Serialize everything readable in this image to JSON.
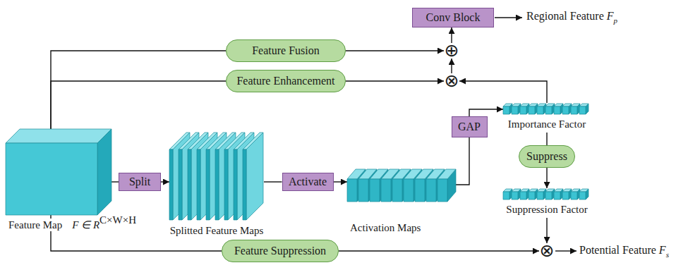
{
  "diagram": {
    "nodes": [
      {
        "text": [
          "Feature Map",
          "F ∈ R",
          "C×W×H"
        ]
      },
      {
        "text": [
          "Split"
        ]
      },
      {
        "text": [
          "Splitted Feature Maps"
        ]
      },
      {
        "text": [
          "Activate"
        ]
      },
      {
        "text": [
          "Activation Maps"
        ]
      },
      {
        "text": [
          "GAP"
        ]
      },
      {
        "text": [
          "Importance Factor"
        ]
      },
      {
        "text": [
          "Suppress"
        ]
      },
      {
        "text": [
          "Suppression Factor"
        ]
      },
      {
        "text": [
          "Feature Fusion"
        ]
      },
      {
        "text": [
          "Feature Enhancement"
        ]
      },
      {
        "text": [
          "Feature Suppression"
        ]
      },
      {
        "text": [
          "Conv Block"
        ]
      },
      {
        "text": [
          "⊕"
        ]
      },
      {
        "text": [
          "⊗"
        ]
      },
      {
        "text": [
          "⊗"
        ]
      }
    ],
    "edges": [
      {
        "from": 0,
        "to": 1,
        "arrow": "none"
      },
      {
        "from": 1,
        "to": 2,
        "arrow": "to"
      },
      {
        "from": 2,
        "to": 3,
        "arrow": "none"
      },
      {
        "from": 3,
        "to": 4,
        "arrow": "to"
      },
      {
        "from": 4,
        "to": 5,
        "arrow": "none"
      },
      {
        "from": 5,
        "to": 6,
        "arrow": "to"
      },
      {
        "from": 6,
        "to": 7,
        "arrow": "none"
      },
      {
        "from": 7,
        "to": 8,
        "arrow": "to"
      },
      {
        "from": 6,
        "to": 14,
        "arrow": "to"
      },
      {
        "from": 8,
        "to": 15,
        "arrow": "to"
      },
      {
        "from": 0,
        "to": 9,
        "arrow": "none"
      },
      {
        "from": 0,
        "to": 10,
        "arrow": "none"
      },
      {
        "from": 0,
        "to": 11,
        "arrow": "none"
      },
      {
        "from": 9,
        "to": 13,
        "arrow": "to"
      },
      {
        "from": 10,
        "to": 14,
        "arrow": "to"
      },
      {
        "from": 14,
        "to": 13,
        "arrow": "to"
      },
      {
        "from": 13,
        "to": 12,
        "arrow": "to"
      },
      {
        "from": 11,
        "to": 15,
        "arrow": "to"
      }
    ],
    "labels": [
      "Regional Feature",
      "F",
      "p",
      "Potential Feature",
      "F",
      "s"
    ]
  }
}
